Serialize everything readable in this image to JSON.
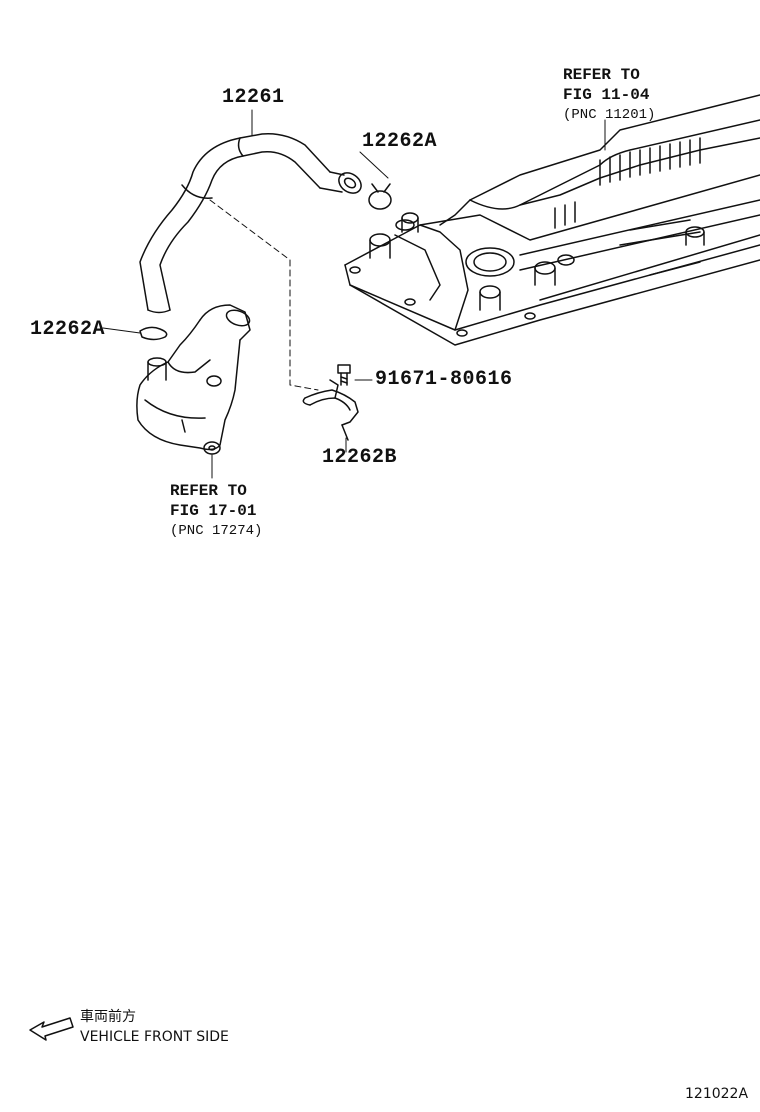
{
  "callouts": {
    "hose": "12261",
    "clamp_upper": "12262A",
    "clamp_left": "12262A",
    "bolt": "91671-80616",
    "bracket": "12262B"
  },
  "refs": {
    "head_cover": {
      "line1": "REFER TO",
      "line2": "FIG 11-04",
      "line3": "(PNC 11201)"
    },
    "water_outlet": {
      "line1": "REFER TO",
      "line2": "FIG 17-01",
      "line3": "(PNC 17274)"
    }
  },
  "legend": {
    "jp": "車両前方",
    "en": "VEHICLE FRONT SIDE",
    "icon": "front-arrow-icon"
  },
  "figure_id": "121022A",
  "colors": {
    "line": "#111111",
    "background": "#ffffff"
  }
}
